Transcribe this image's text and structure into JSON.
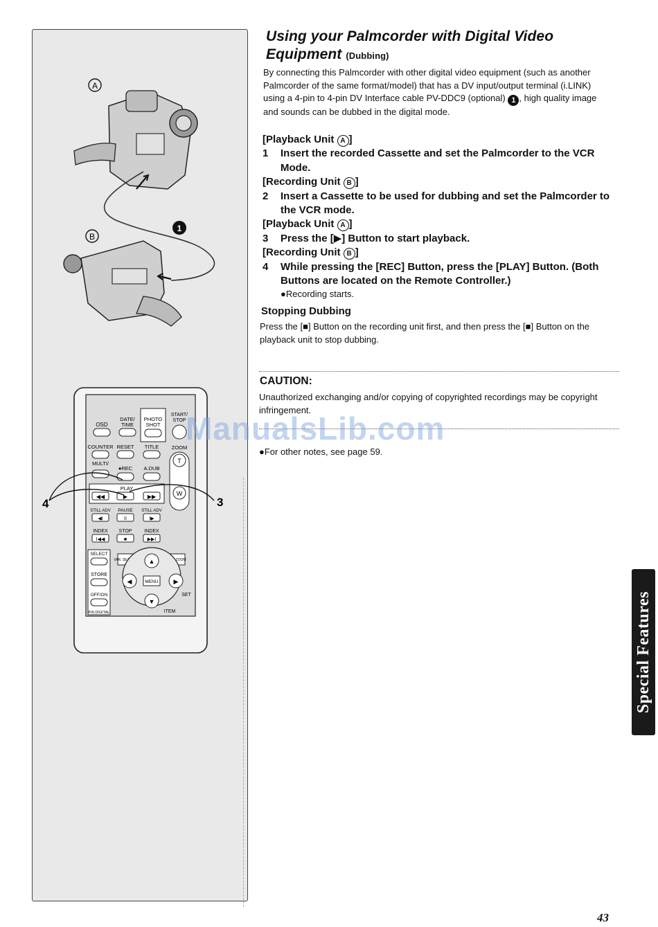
{
  "page": {
    "title": "Using your Palmcorder with Digital Video Equipment",
    "title_sub": "(Dubbing)",
    "intro_before": "By connecting this Palmcorder with other digital video equipment (such as another Palmcorder of the same format/model) that has a DV input/output terminal (i.LINK) using a 4-pin to 4-pin DV Interface cable PV-DDC9 (optional)",
    "intro_badge": "1",
    "intro_after": ", high quality image and sounds can be dubbed in the digital mode.",
    "page_number": "43",
    "side_tab": "Special Features",
    "watermark": "ManualsLib.com"
  },
  "steps": {
    "unit_a_1": "[Playback Unit",
    "unit_a_1_letter": "A",
    "step1_num": "1",
    "step1": "Insert the recorded Cassette and set the Palmcorder to the VCR Mode.",
    "unit_b_1": "[Recording Unit",
    "unit_b_1_letter": "B",
    "step2_num": "2",
    "step2": "Insert a Cassette to be used for dubbing and set the Palmcorder to the VCR mode.",
    "unit_a_2": "[Playback Unit",
    "unit_a_2_letter": "A",
    "step3_num": "3",
    "step3": "Press the [▶] Button to start playback.",
    "unit_b_2": "[Recording Unit",
    "unit_b_2_letter": "B",
    "step4_num": "4",
    "step4": "While pressing the [REC] Button, press the [PLAY] Button. (Both Buttons are located on the Remote Controller.)",
    "step4_bullet": "●Recording starts."
  },
  "stopping": {
    "heading": "Stopping Dubbing",
    "text": "Press the [■] Button on the recording unit first, and then press the [■] Button on the playback unit to stop dubbing."
  },
  "caution": {
    "heading": "CAUTION:",
    "text": "Unauthorized exchanging and/or copying of copyrighted recordings may be copyright infringement."
  },
  "note": "●For other notes, see page 59.",
  "figure": {
    "label_a": "A",
    "label_b": "B",
    "cable_marker": "1",
    "callout_4": "4",
    "callout_3": "3",
    "remote": {
      "osd": "OSD",
      "date_time_1": "DATE/",
      "date_time_2": "TIME",
      "photo_shot_1": "PHOTO",
      "photo_shot_2": "SHOT",
      "start_stop_1": "START/",
      "start_stop_2": "STOP",
      "counter": "COUNTER",
      "reset": "RESET",
      "title": "TITLE",
      "zoom": "ZOOM",
      "multi": "MULTI/",
      "rec": "●REC",
      "a_dub": "A.DUB",
      "play": "PLAY",
      "zoom_t": "T",
      "zoom_w": "W",
      "still_adv_1": "STILL ADV",
      "pause": "PAUSE",
      "still_adv_2": "STILL ADV",
      "index_1": "INDEX",
      "stop": "STOP",
      "index_2": "INDEX",
      "select": "SELECT",
      "store": "STORE",
      "off_on": "OFF/ON",
      "pb_digital": "P.B.DIGITAL",
      "var_search": "VAR. SEARCH",
      "pb_zoom": "P.B. ZOOM",
      "menu": "MENU",
      "set": "SET",
      "item": "ITEM"
    }
  }
}
